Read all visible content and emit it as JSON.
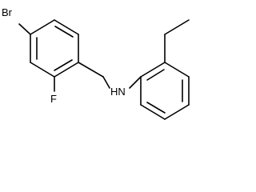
{
  "molecule": {
    "atoms": {
      "br": "Br",
      "f": "F",
      "hn": "HN"
    }
  }
}
